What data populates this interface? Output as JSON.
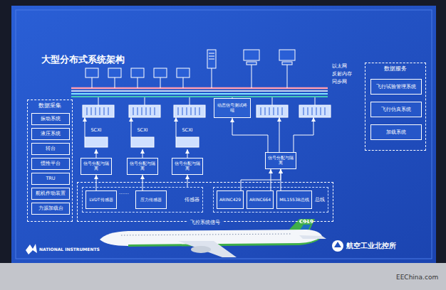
{
  "diagram": {
    "title": "大型分布式系统架构",
    "nodes": [
      {
        "text": [
          "数据采集"
        ]
      },
      {
        "text": [
          "振动系统"
        ],
        "in": 0
      },
      {
        "text": [
          "液压系统"
        ],
        "in": 0
      },
      {
        "text": [
          "转台"
        ],
        "in": 0
      },
      {
        "text": [
          "惯性平台"
        ],
        "in": 0
      },
      {
        "text": [
          "TRU"
        ],
        "in": 0
      },
      {
        "text": [
          "舵机作动装置"
        ],
        "in": 0
      },
      {
        "text": [
          "力源加载台"
        ],
        "in": 0
      },
      {
        "text": [
          "数据服务"
        ]
      },
      {
        "text": [
          "飞行试验管理系统"
        ],
        "in": 8
      },
      {
        "text": [
          "飞行仿真系统"
        ],
        "in": 8
      },
      {
        "text": [
          "加载系统"
        ],
        "in": 8
      },
      {
        "text": [
          "动态信号测试终端"
        ]
      },
      {
        "text": [
          "SCXI"
        ]
      },
      {
        "text": [
          "SCXI"
        ]
      },
      {
        "text": [
          "SCXI"
        ]
      },
      {
        "text": [
          "信号分配与隔离"
        ]
      },
      {
        "text": [
          "信号分配与隔离"
        ]
      },
      {
        "text": [
          "信号分配与隔离"
        ]
      },
      {
        "text": [
          "信号分配与隔离"
        ]
      },
      {
        "text": [
          "飞控系统信号"
        ]
      },
      {
        "text": [
          "传感器"
        ],
        "in": 20
      },
      {
        "text": [
          "LVDT传感器"
        ],
        "in": 21
      },
      {
        "text": [
          "压力传感器"
        ],
        "in": 21
      },
      {
        "text": [
          "总线"
        ],
        "in": 20
      },
      {
        "text": [
          "ARINC429"
        ],
        "in": 24
      },
      {
        "text": [
          "ARINC664"
        ],
        "in": 24
      },
      {
        "text": [
          "MIL1553B总线"
        ],
        "in": 24
      }
    ],
    "edges": [
      {
        "from": 16,
        "to": 13,
        "arrow": "to"
      },
      {
        "from": 17,
        "to": 14,
        "arrow": "to"
      },
      {
        "from": 18,
        "to": 15,
        "arrow": "to"
      },
      {
        "from": 19,
        "to": 12,
        "arrow": "to"
      },
      {
        "from": 22,
        "to": 16,
        "arrow": "to"
      },
      {
        "from": 23,
        "to": 17,
        "arrow": "to"
      },
      {
        "from": 21,
        "to": 18,
        "arrow": "to"
      },
      {
        "from": 25,
        "to": 19,
        "arrow": "to"
      },
      {
        "from": 26,
        "to": 19,
        "arrow": "to"
      },
      {
        "from": 27,
        "to": 19,
        "arrow": "to"
      }
    ],
    "labels": [
      "以太网",
      "反射内存",
      "同步网",
      "……",
      "C919",
      "NATIONAL INSTRUMENTS",
      "航空工业北控所",
      "EEChina.com"
    ]
  }
}
